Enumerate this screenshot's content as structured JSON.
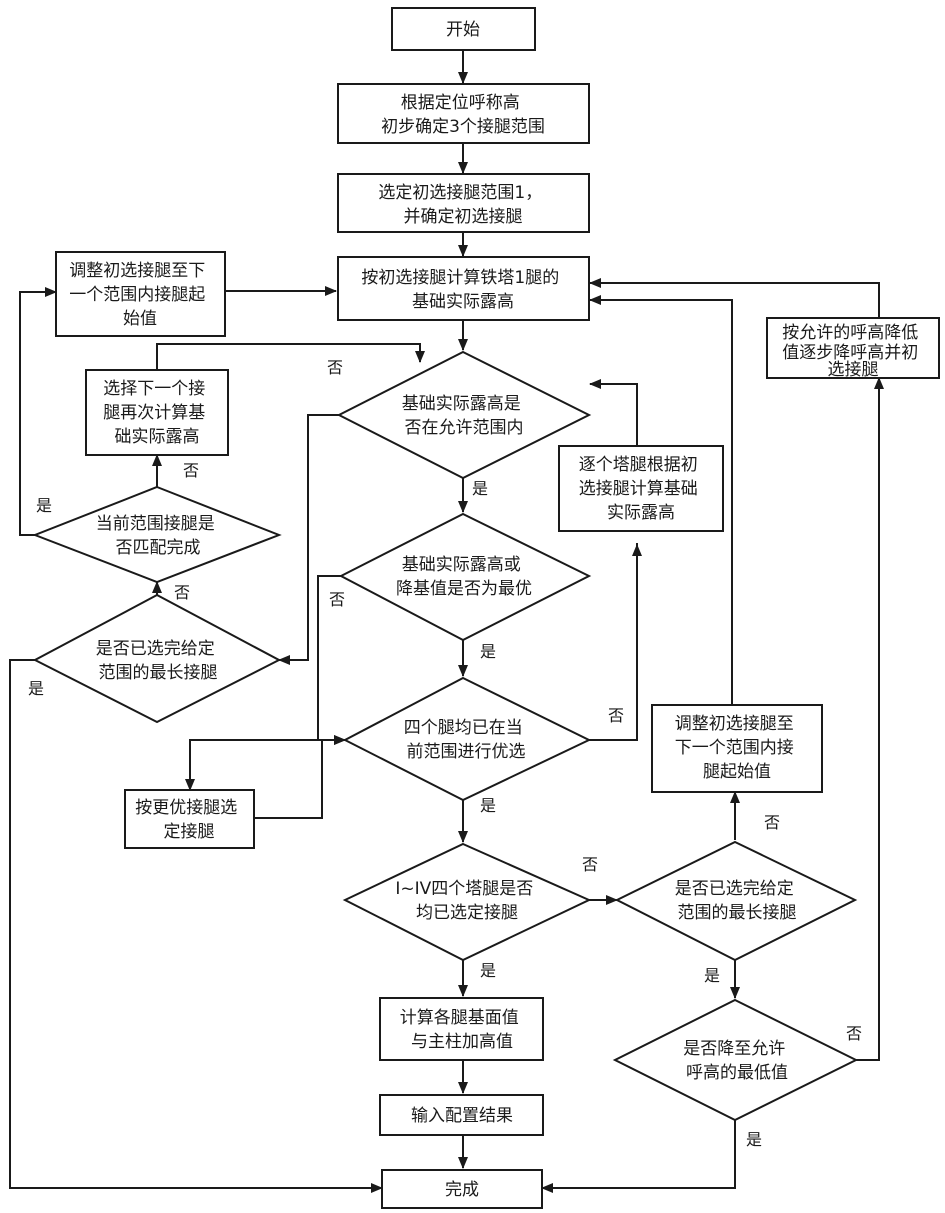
{
  "nodes": {
    "start": {
      "lines": [
        "开始"
      ]
    },
    "determine_ranges": {
      "lines": [
        "根据定位呼称高",
        "初步确定3个接腿范围"
      ]
    },
    "select_range1": {
      "lines": [
        "选定初选接腿范围1，",
        "并确定初选接腿"
      ]
    },
    "calc_leg1": {
      "lines": [
        "按初选接腿计算铁塔1腿的",
        "基础实际露高"
      ]
    },
    "adjust_left": {
      "lines": [
        "调整初选接腿至下",
        "一个范围内接腿起",
        "始值"
      ]
    },
    "select_next_leg": {
      "lines": [
        "选择下一个接",
        "腿再次计算基",
        "础实际露高"
      ]
    },
    "in_range": {
      "lines": [
        "基础实际露高是",
        "否在允许范围内"
      ]
    },
    "range_done": {
      "lines": [
        "当前范围接腿是",
        "否匹配完成"
      ]
    },
    "longest_left": {
      "lines": [
        "是否已选完给定",
        "范围的最长接腿"
      ]
    },
    "optimal": {
      "lines": [
        "基础实际露高或",
        "降基值是否为最优"
      ]
    },
    "each_leg_calc": {
      "lines": [
        "逐个塔腿根据初",
        "选接腿计算基础",
        "实际露高"
      ]
    },
    "all_four_optimized": {
      "lines": [
        "四个腿均已在当",
        "前范围进行优选"
      ]
    },
    "better_leg": {
      "lines": [
        "按更优接腿选",
        "定接腿"
      ]
    },
    "four_selected": {
      "lines": [
        "I~IV四个塔腿是否",
        "均已选定接腿"
      ]
    },
    "longest_right": {
      "lines": [
        "是否已选完给定",
        "范围的最长接腿"
      ]
    },
    "adjust_right": {
      "lines": [
        "调整初选接腿至",
        "下一个范围内接",
        "腿起始值"
      ]
    },
    "lower_height": {
      "lines": [
        "按允许的呼高降低",
        "值逐步降呼高并初",
        "选接腿"
      ]
    },
    "min_height": {
      "lines": [
        "是否降至允许",
        "呼高的最低值"
      ]
    },
    "calc_base": {
      "lines": [
        "计算各腿基面值",
        "与主柱加高值"
      ]
    },
    "output": {
      "lines": [
        "输入配置结果"
      ]
    },
    "finish": {
      "lines": [
        "完成"
      ]
    }
  },
  "edge_labels": {
    "yes": "是",
    "no": "否"
  }
}
